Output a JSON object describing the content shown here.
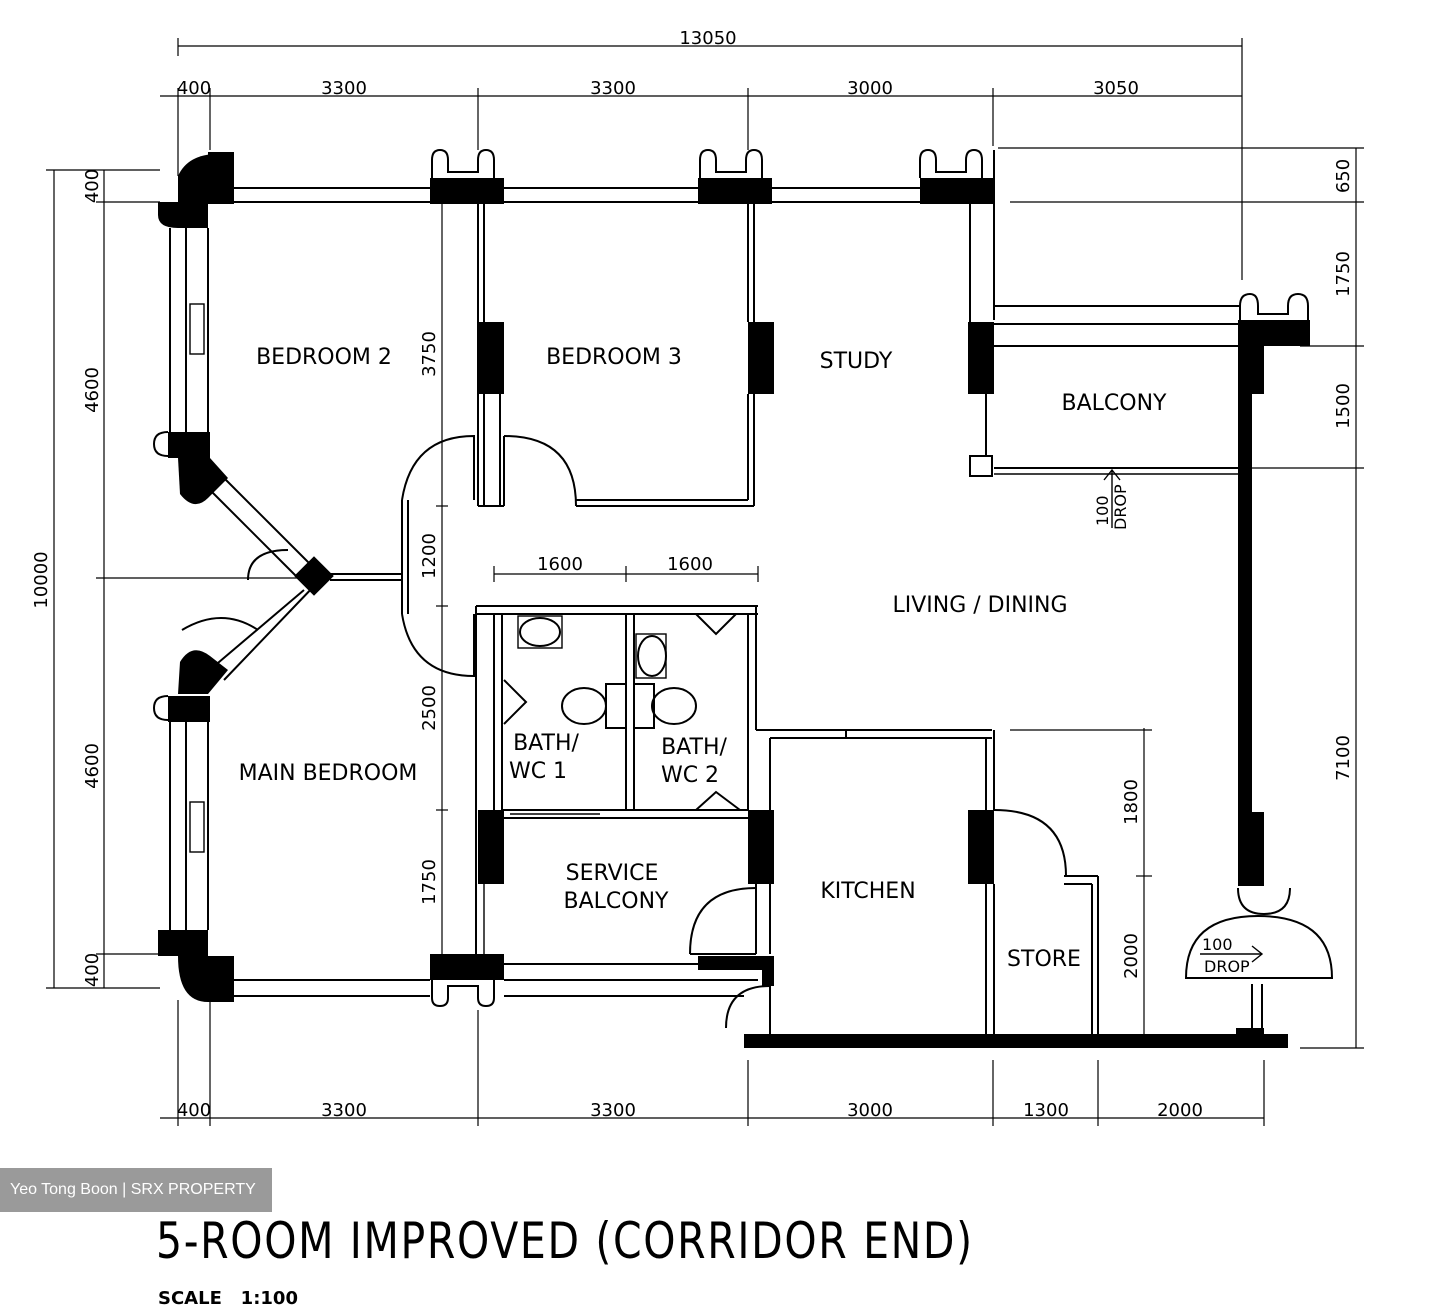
{
  "rooms": {
    "bedroom2": "BEDROOM 2",
    "bedroom3": "BEDROOM 3",
    "study": "STUDY",
    "balcony": "BALCONY",
    "living_dining": "LIVING / DINING",
    "bath1_a": "BATH/",
    "bath1_b": "WC 1",
    "bath2_a": "BATH/",
    "bath2_b": "WC 2",
    "main_bedroom": "MAIN BEDROOM",
    "service_balcony_a": "SERVICE",
    "service_balcony_b": "BALCONY",
    "kitchen": "KITCHEN",
    "store": "STORE"
  },
  "notes": {
    "drop_value": "100",
    "drop_label": "DROP"
  },
  "dimensions": {
    "top_overall": "13050",
    "top": [
      "400",
      "3300",
      "3300",
      "3000",
      "3050"
    ],
    "bottom": [
      "400",
      "3300",
      "3300",
      "3000",
      "1300",
      "2000"
    ],
    "left_overall": "10000",
    "left": [
      "400",
      "4600",
      "4600",
      "400"
    ],
    "right": [
      "650",
      "1750",
      "1500",
      "7100"
    ],
    "inner_vertical": [
      "3750",
      "1200",
      "2500",
      "1750"
    ],
    "bath_widths": [
      "1600",
      "1600"
    ],
    "kitchen_side": [
      "1800",
      "2000"
    ]
  },
  "watermark": "Yeo Tong Boon | SRX PROPERTY",
  "title": "5-ROOM IMPROVED (CORRIDOR END)",
  "scale": "SCALE   1:100"
}
